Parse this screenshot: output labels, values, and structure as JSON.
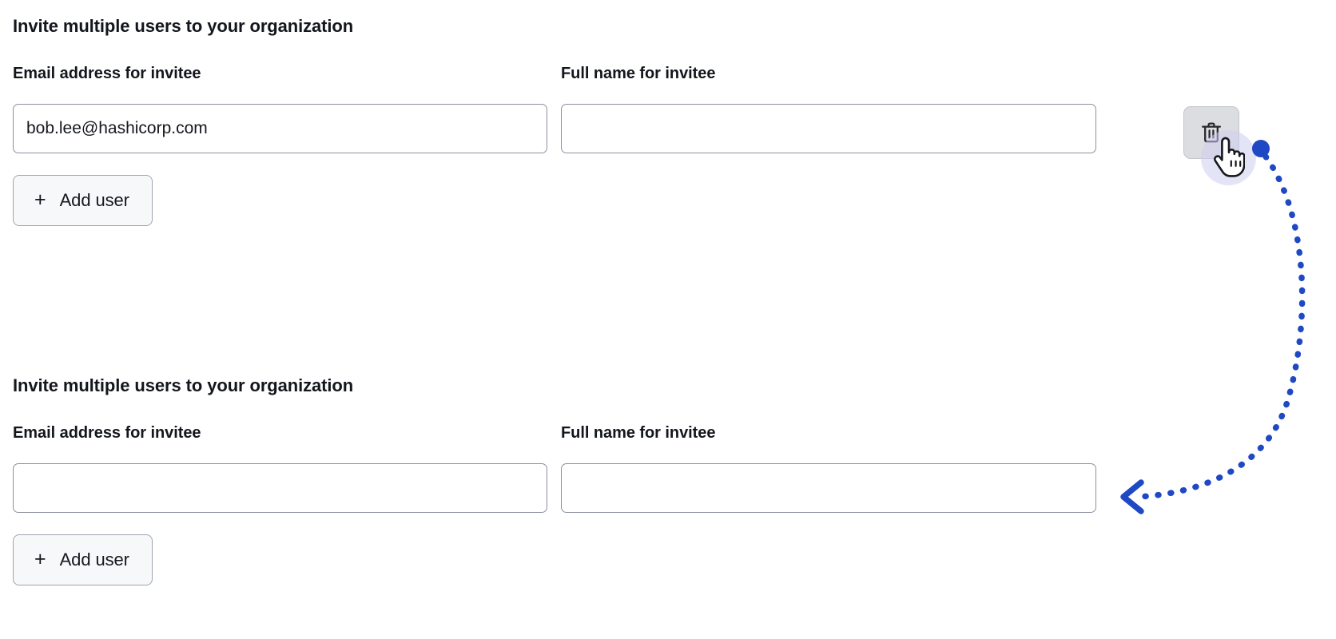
{
  "page": {
    "background": "#ffffff",
    "text_color": "#13161c"
  },
  "sections": [
    {
      "id": "section-1",
      "title": "Invite multiple users to your organization",
      "fields": {
        "email": {
          "label": "Email address for invitee",
          "value": "bob.lee@hashicorp.com",
          "placeholder": ""
        },
        "full_name": {
          "label": "Full name for invitee",
          "value": "",
          "placeholder": ""
        }
      },
      "delete_button": {
        "icon": "trash-icon",
        "visible": true,
        "background": "#dcdde1"
      },
      "add_user_button": {
        "icon": "plus-icon",
        "plus_glyph": "+",
        "label": "Add user"
      }
    },
    {
      "id": "section-2",
      "title": "Invite multiple users to your organization",
      "fields": {
        "email": {
          "label": "Email address for invitee",
          "value": "",
          "placeholder": ""
        },
        "full_name": {
          "label": "Full name for invitee",
          "value": "",
          "placeholder": ""
        }
      },
      "delete_button": {
        "icon": "trash-icon",
        "visible": false,
        "background": "#dcdde1"
      },
      "add_user_button": {
        "icon": "plus-icon",
        "plus_glyph": "+",
        "label": "Add user"
      }
    }
  ],
  "annotation": {
    "cursor_icon": "pointing-hand-cursor-icon",
    "click_ripple_color": "#cdcdf0",
    "arrow_color": "#1f48c4",
    "origin_dot_color": "#1f48c4",
    "arrow_style": "dotted-curved",
    "arrow_head": "left-chevron-arrowhead"
  }
}
